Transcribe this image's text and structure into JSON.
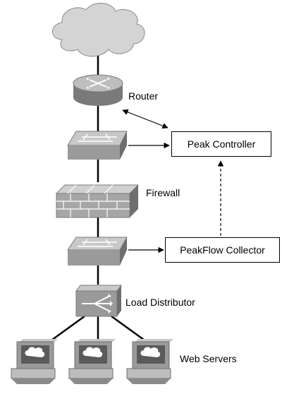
{
  "labels": {
    "router": "Router",
    "firewall": "Firewall",
    "load_distributor": "Load Distributor",
    "web_servers": "Web Servers"
  },
  "boxes": {
    "peak_controller": "Peak Controller",
    "peakflow_collector": "PeakFlow Collector"
  },
  "colors": {
    "device_gray": "#9a9a9a",
    "device_dark": "#6e6e6e",
    "device_light": "#c8c8c8",
    "cloud": "#d4d4d4",
    "line": "#000000"
  },
  "icons": [
    "cloud-icon",
    "router-icon",
    "switch-icon",
    "firewall-icon",
    "load-distributor-icon",
    "server-icon"
  ]
}
